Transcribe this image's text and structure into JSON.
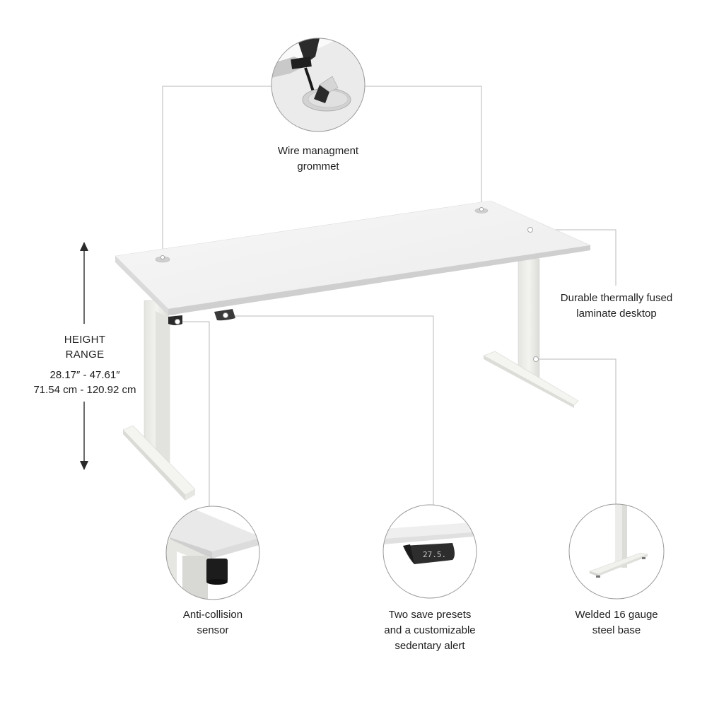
{
  "figure": {
    "type": "product-feature-callout-diagram",
    "subject": "standing desk",
    "colors": {
      "background": "#ffffff",
      "desktop": "#f2f2f2",
      "desktop_edge": "#c8c8c8",
      "frame": "#ececea",
      "frame_shadow": "#d4d4d0",
      "leader_line": "#b5b5b5",
      "control_pad": "#3a3a3a",
      "text": "#1e1e1e"
    }
  },
  "height_range": {
    "title_line1": "HEIGHT",
    "title_line2": "RANGE",
    "inches": "28.17″ - 47.61″",
    "centimeters": "71.54 cm - 120.92 cm",
    "arrow": "double-headed-vertical-arrow"
  },
  "callouts": [
    {
      "id": "grommet",
      "label_line1": "Wire managment",
      "label_line2": "grommet",
      "inset": "cable-through-round-grommet"
    },
    {
      "id": "laminate",
      "label_line1": "Durable thermally fused",
      "label_line2": "laminate desktop"
    },
    {
      "id": "sensor",
      "label_line1": "Anti-collision",
      "label_line2": "sensor",
      "inset": "black-cylinder-sensor-under-corner"
    },
    {
      "id": "presets",
      "label_line1": "Two save presets",
      "label_line2": "and a customizable",
      "label_line3": "sedentary alert",
      "inset": "control-pad-display",
      "display_value": "27.5."
    },
    {
      "id": "steel-base",
      "label_line1": "Welded 16 gauge",
      "label_line2": "steel base",
      "inset": "t-leg-steel-base"
    }
  ]
}
